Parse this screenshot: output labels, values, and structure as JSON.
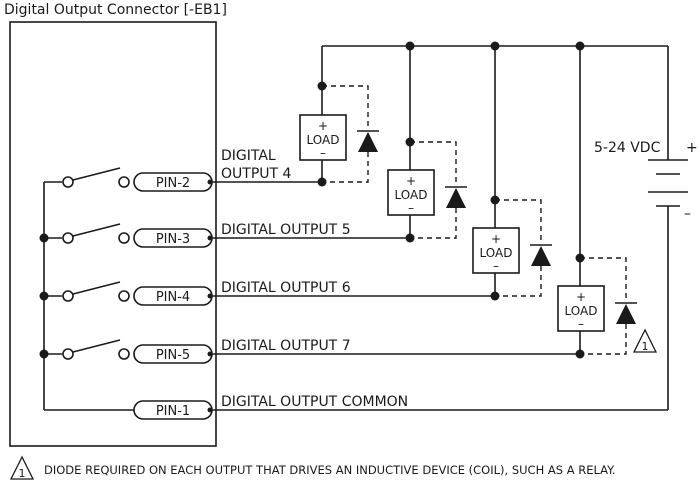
{
  "title": "Digital Output Connector [-EB1]",
  "pins": {
    "pin2": "PIN-2",
    "pin3": "PIN-3",
    "pin4": "PIN-4",
    "pin5": "PIN-5",
    "pin1": "PIN-1"
  },
  "outputs": {
    "out4_line1": "DIGITAL",
    "out4_line2": "OUTPUT 4",
    "out5": "DIGITAL OUTPUT 5",
    "out6": "DIGITAL OUTPUT 6",
    "out7": "DIGITAL OUTPUT 7",
    "common": "DIGITAL OUTPUT COMMON"
  },
  "load": {
    "plus": "+",
    "label": "LOAD",
    "minus": "–"
  },
  "supply": {
    "voltage": "5-24 VDC",
    "plus": "+",
    "minus": "–"
  },
  "footnote": {
    "marker": "1",
    "text": "DIODE REQUIRED ON EACH OUTPUT THAT DRIVES AN INDUCTIVE DEVICE (COIL), SUCH AS A RELAY."
  }
}
